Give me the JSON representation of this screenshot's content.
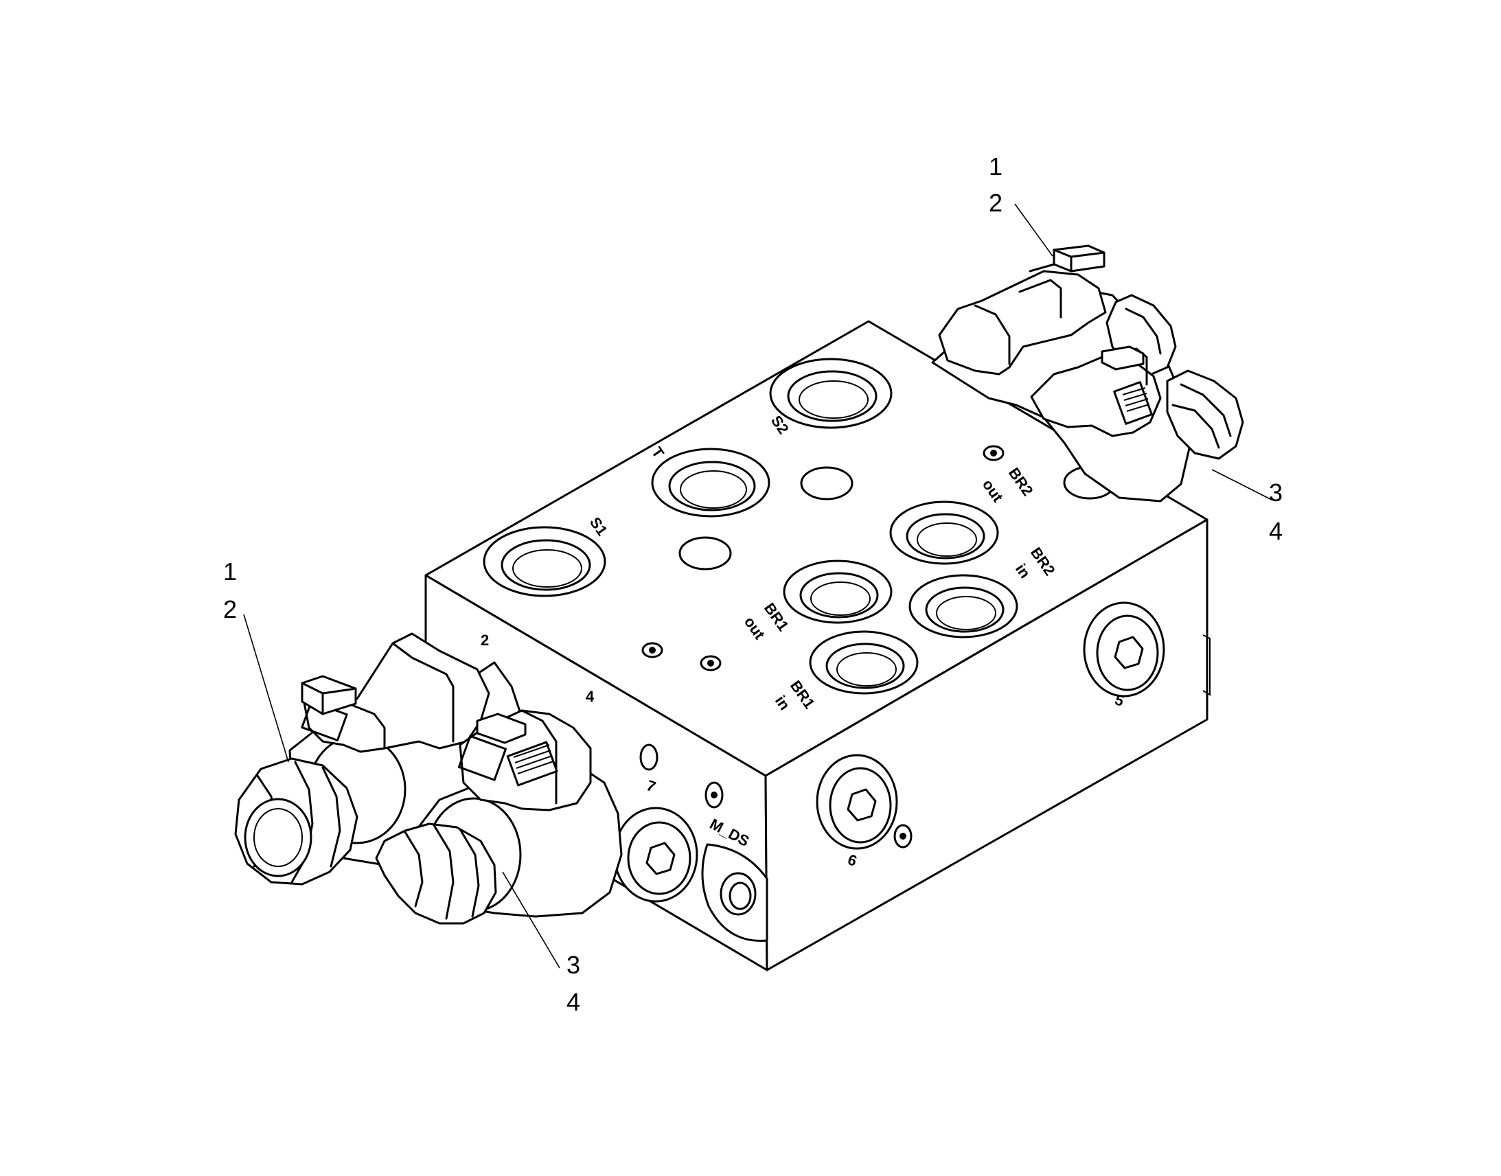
{
  "callouts": {
    "left_1": "1",
    "left_2": "2",
    "left_3": "3",
    "left_4": "4",
    "right_1": "1",
    "right_2": "2",
    "right_3": "3",
    "right_4": "4"
  },
  "ports": {
    "s1": "S1",
    "s2": "S2",
    "t": "T",
    "br1_out": "BR1",
    "br1_out_sub": "out",
    "br1_in": "BR1",
    "br1_in_sub": "in",
    "br2_out": "BR2",
    "br2_out_sub": "out",
    "br2_in": "BR2",
    "br2_in_sub": "in",
    "port2": "2",
    "port4": "4",
    "port5": "5",
    "port6": "6",
    "port7": "7",
    "m_ds": "M_DS"
  }
}
